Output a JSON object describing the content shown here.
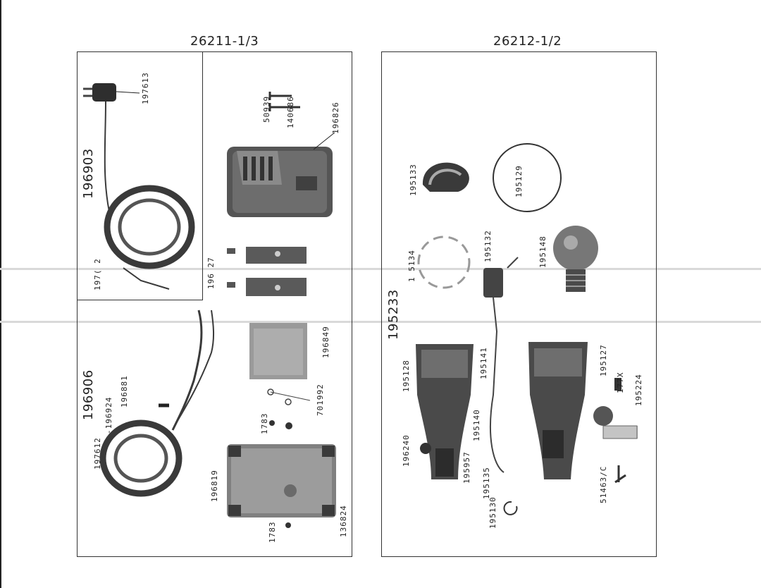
{
  "left_sheet": {
    "title": "26211-1/3",
    "inset_assembly": "196903",
    "lower_assembly": "196906",
    "labels": {
      "plug": "197613",
      "inset_partial_a": "197( 2",
      "inset_partial_b": "196 27",
      "screw_a": "50939",
      "screw_b": "140686",
      "switch_box": "196826",
      "cord_196881": "196881",
      "cord_196924": "-196924",
      "cord_197612": "197612",
      "plate": "196849",
      "washer": "701992",
      "screw_1783_top": "1783",
      "base_plate": "196819",
      "corner": "136824",
      "screw_1783_bottom": "1783"
    }
  },
  "right_sheet": {
    "title": "26212-1/2",
    "assembly": "195233",
    "labels": {
      "clamp": "195133",
      "lens_ring": "195129",
      "ring_partial": "1 5134",
      "socket": "195132",
      "bulb": "195148",
      "reflector_left": "195128",
      "wire": "195141",
      "housing_right": "195127",
      "part_177x": "177X",
      "bracket": "195224",
      "knob": "196240",
      "contact": "195140",
      "spring": "195957",
      "clip": "195135",
      "ring": "195130",
      "bolt": "51463/C"
    }
  },
  "colors": {
    "ink": "#1a1a1a",
    "metal_dark": "#3a3a3a",
    "metal_mid": "#777777",
    "metal_light": "#bdbdbd"
  }
}
